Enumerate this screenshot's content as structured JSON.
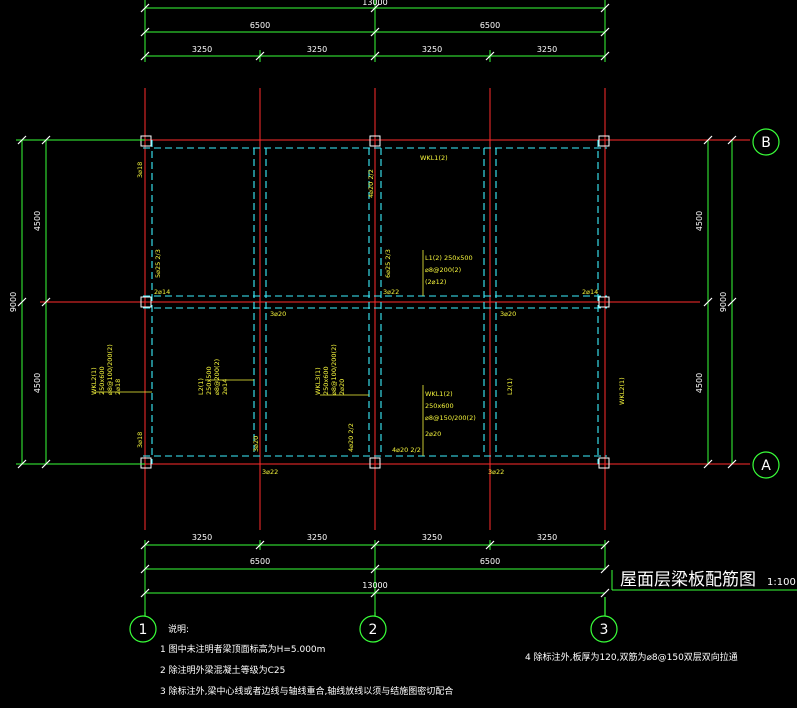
{
  "drawing": {
    "title": "屋面层梁板配筋图",
    "scale": "1:100",
    "colors": {
      "background": "#000000",
      "grid_line": "#ff2b2b",
      "dimension": "#39ff39",
      "beam": "#3cf0ff",
      "annotation": "#f5f53c",
      "text": "#ffffff"
    }
  },
  "grid": {
    "vertical": [
      {
        "label": "1"
      },
      {
        "label": "2"
      },
      {
        "label": "3"
      }
    ],
    "horizontal": [
      {
        "label": "B"
      },
      {
        "label": "A"
      }
    ]
  },
  "dimensions": {
    "top_total": "13000",
    "top_halves": [
      "6500",
      "6500"
    ],
    "top_quarters": [
      "3250",
      "3250",
      "3250",
      "3250"
    ],
    "bottom_quarters": [
      "3250",
      "3250",
      "3250",
      "3250"
    ],
    "bottom_halves": [
      "6500",
      "6500"
    ],
    "bottom_total": "13000",
    "left_total": "9000",
    "left_halves": [
      "4500",
      "4500"
    ],
    "right_total": "9000",
    "right_halves": [
      "4500",
      "4500"
    ]
  },
  "annotations": {
    "wkl1_top": "WKL1(2)",
    "bar_3c18_top_left": "3⌀18",
    "bar_3c18_bottom_left": "3⌀18",
    "bar_4c20_top": "4⌀20 2/2",
    "bar_5c25": "5⌀25 2/3",
    "bar_6c25": "6⌀25 2/3",
    "l1_title": "L1(2) 250x500",
    "l1_stirrup": "⌀8@200(2)",
    "l1_bars": "(2⌀12)",
    "bar_2c14_left": "2⌀14",
    "bar_2c14_right": "2⌀14",
    "bar_3c22_mid": "3⌀22",
    "bar_3c20_left": "3⌀20",
    "bar_3c20_right": "3⌀20",
    "wkl2_1_title": "WKL2(1)",
    "wkl2_1_size": "250x600",
    "wkl2_1_stirrup": "⌀8@100/200(2)",
    "wkl2_1_bars": "2⌀18",
    "l2_1_title": "L2(1)",
    "l2_1_size": "250x500",
    "l2_1_stirrup": "⌀8@200(2)",
    "l2_1_bars": "2⌀14",
    "wkl3_1_title": "WKL3(1)",
    "wkl3_1_size": "250x600",
    "wkl3_1_stirrup": "⌀8@100/200(2)",
    "wkl3_1_bars": "2⌀20",
    "bar_3c20_lower": "3⌀20",
    "bar_4c20_lower": "4⌀20 2/2",
    "bar_4c20_bottom": "4⌀20 2/2",
    "wkl1_lower_title": "WKL1(2)",
    "wkl1_lower_size": "250x600",
    "wkl1_lower_stirrup": "⌀8@150/200(2)",
    "wkl1_lower_bars": "2⌀20",
    "l2_right": "L2(1)",
    "wkl2_right": "WKL2(1)",
    "bar_3c22_bottom_left": "3⌀22",
    "bar_3c22_bottom_right": "3⌀22"
  },
  "notes": {
    "heading": "说明:",
    "items": [
      "1 图中未注明者梁顶面标高为H=5.000m",
      "2 除注明外梁混凝土等级为C25",
      "3 除标注外,梁中心线或者边线与轴线重合,轴线放线以须与结施图密切配合"
    ],
    "note4": "4 除标注外,板厚为120,双筋为⌀8@150双层双向拉通"
  }
}
